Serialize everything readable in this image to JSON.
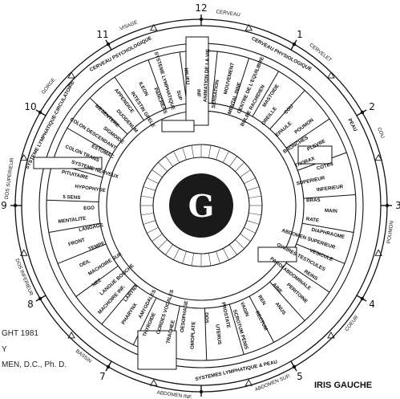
{
  "center_letter": "G",
  "corner_title": "IRIS GAUCHE",
  "footer_lines": [
    "GHT 1981",
    "Y",
    "MEN, D.C., Ph. D."
  ],
  "top_fragment": "",
  "clock_numbers": [
    "12",
    "1",
    "2",
    "3",
    "4",
    "5",
    "6",
    "7",
    "8",
    "9",
    "10",
    "11"
  ],
  "outer_labels": [
    "CERVEAU",
    "CERVELET",
    "COU",
    "POUMON",
    "COEUR",
    "ABDOMEN SUP.",
    "ABDOMEN INF.",
    "BASSIN",
    "DOS INFERIEUR",
    "DOS SUPERIEUR",
    "GORGE",
    "VISAGE"
  ],
  "ring_labels": [
    "CERVEAU PSYCHOLOGIQUE",
    "CERVEAU PHYSIOLOGIQUE",
    "PEAU",
    "SYSTEME LYMPHATIQUE-CIRCULATOIRE",
    "SYSTEMES LYMPHATIQUE & PEAU"
  ],
  "sector_labels": [
    "ANIMATION DE LA VIE",
    "SENSATION",
    "MOUVEMENT",
    "MENTAL INNE",
    "CENTRE DE L'EQUILIBRE",
    "BULBE RACHIDIEN",
    "MASTOIDE",
    "OREILLE",
    "COU",
    "EPAULE",
    "POUMON",
    "BRONCHES",
    "PLEVRE",
    "THORAX",
    "COTES",
    "SUPERIEUR",
    "INFERIEUR",
    "BRAS",
    "MAIN",
    "RATE",
    "DIAPHRAGME",
    "ABDOMEN SUPERIEUR",
    "VESICULE",
    "OVAIRES TESTICULES",
    "REINS",
    "PAROI ABDOMINALE",
    "PERITOINE",
    "AINE",
    "ANUS",
    "REN",
    "RECTUM",
    "VAGIN",
    "SCROTUM PENIS",
    "PROSTATE",
    "UTERUS",
    "DOS",
    "OMOPLATE",
    "OESOPHAGE",
    "TRACHEE",
    "CORDES VOCALES",
    "THYROIDE",
    "AMYGDALES",
    "PHARYNX",
    "LARYNX",
    "MACHOIRE INF.",
    "LANGUE BOUCHE",
    "NEZ",
    "MACHOIRE SUP.",
    "OEIL",
    "TEMPE",
    "FRONT",
    "LANGAGE",
    "MENTALITE",
    "EGO",
    "5 SENS",
    "HYPOPHYSE",
    "PITUITAIRE",
    "SYSTEME NERVEUX",
    "COLON TRANS",
    "ESTOMAC",
    "COLON DESCENDANT",
    "SIGMOIDE",
    "MESENTERE",
    "DUODENUM",
    "APPENDICE",
    "INTESTIN GRELE",
    "ILEON",
    "PANCREAS",
    "SYSTEME LYMPHATIQUE",
    "SUP",
    "MILIEU",
    "INF"
  ],
  "colors": {
    "ink": "#111111",
    "background": "#ffffff",
    "center": "#1a1a1a",
    "center_letter": "#ffffff"
  }
}
